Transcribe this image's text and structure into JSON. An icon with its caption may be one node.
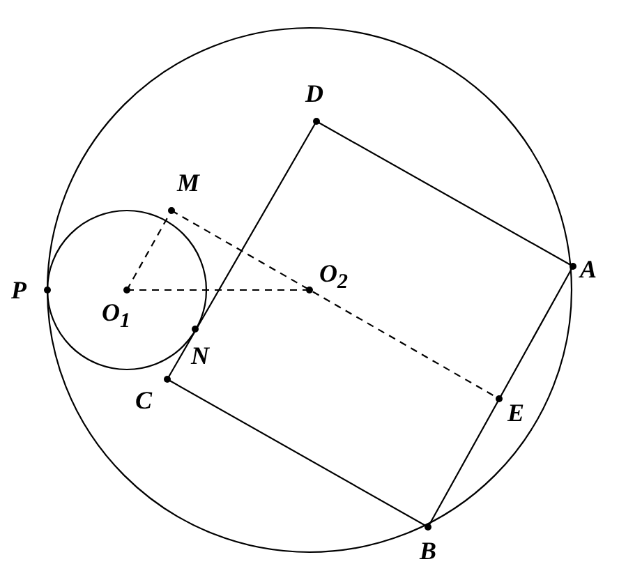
{
  "diagram": {
    "labels": [
      "D",
      "M",
      "P",
      "O$_{1}$",
      "O$_{2}$",
      "A",
      "N",
      "C",
      "E",
      "B"
    ]
  }
}
